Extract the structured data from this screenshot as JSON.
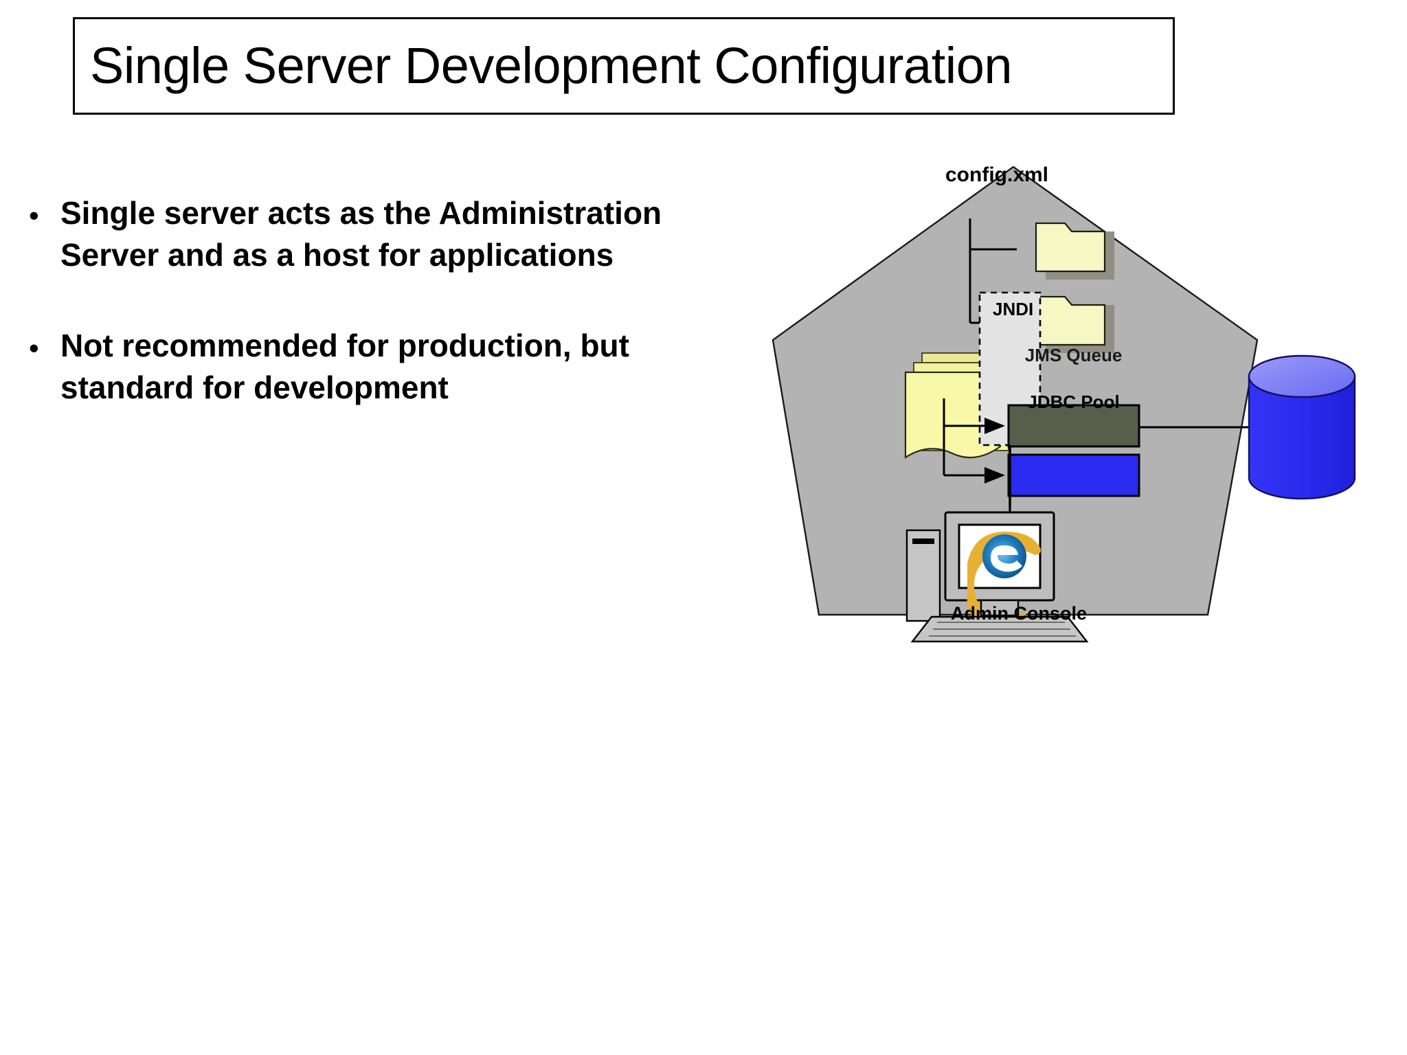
{
  "slide": {
    "title": "Single Server Development Configuration",
    "bullets": [
      {
        "marker": "•",
        "text": "Single server acts as the Administration Server and as a host for applications"
      },
      {
        "marker": "•",
        "text": "Not recommended for production, but standard for development"
      }
    ]
  },
  "diagram": {
    "type": "architecture-diagram",
    "server_shape": "pentagon",
    "labels": {
      "config_xml": "config.xml",
      "jndi": "JNDI",
      "jms_queue": "JMS Queue",
      "jdbc_pool": "JDBC Pool",
      "admin_console": "Admin Console"
    },
    "nodes": [
      {
        "name": "server-pentagon",
        "kind": "pentagon",
        "label": "",
        "color": "#b3b3b3"
      },
      {
        "name": "config-xml-label",
        "kind": "text",
        "label": "config.xml"
      },
      {
        "name": "folder-1",
        "kind": "folder",
        "label": "",
        "color": "#f5f5c0"
      },
      {
        "name": "folder-2",
        "kind": "folder",
        "label": "",
        "color": "#f5f5c0"
      },
      {
        "name": "document-stack",
        "kind": "documents",
        "label": "",
        "color": "#f7f7a8"
      },
      {
        "name": "jndi-region",
        "kind": "dashed-box",
        "label": "JNDI",
        "color": "#e3e3e3"
      },
      {
        "name": "jms-queue-box",
        "kind": "box",
        "label": "JMS Queue",
        "color": "#5a5f50"
      },
      {
        "name": "jdbc-pool-box",
        "kind": "box",
        "label": "JDBC Pool",
        "color": "#2a2af0"
      },
      {
        "name": "database-cylinder",
        "kind": "cylinder",
        "label": "",
        "color": "#2a2af0"
      },
      {
        "name": "admin-console-computer",
        "kind": "computer",
        "label": "Admin Console",
        "color": "#bdbdbd"
      }
    ],
    "edges": [
      {
        "from": "config-xml-label",
        "to": "folder-1",
        "style": "tree-branch"
      },
      {
        "from": "config-xml-label",
        "to": "folder-2",
        "style": "tree-branch"
      },
      {
        "from": "document-stack",
        "to": "jms-queue-box",
        "style": "arrow"
      },
      {
        "from": "document-stack",
        "to": "jdbc-pool-box",
        "style": "arrow"
      },
      {
        "from": "jms-queue-box",
        "to": "database-cylinder",
        "style": "line"
      },
      {
        "from": "jndi-region",
        "to": "admin-console-computer",
        "style": "arrow-down"
      }
    ],
    "colors": {
      "pentagon_fill": "#b3b3b3",
      "pentagon_stroke": "#1a1a1a",
      "folder_fill": "#f7f7c4",
      "folder_shadow": "#8a8a80",
      "document_fill": "#f8f8a8",
      "jndi_fill": "#e3e3e3",
      "jms_fill": "#585d4c",
      "jdbc_fill": "#2b2bf2",
      "db_side": "#2a2af0",
      "db_top": "#7a7af5",
      "computer_body": "#c0c0c0",
      "line": "#000000"
    }
  }
}
